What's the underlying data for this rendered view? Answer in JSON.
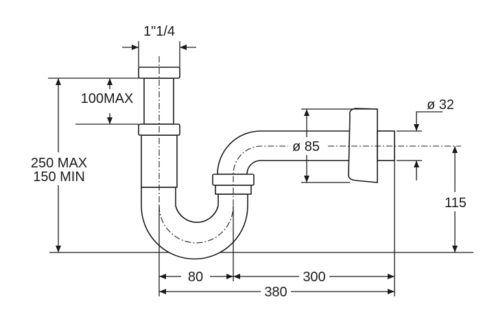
{
  "title": "P-trap siphon dimension drawing",
  "dimensions": {
    "pipe_size": "1\"1/4",
    "extension_max": "100MAX",
    "height_max": "250 MAX",
    "height_min": "150 MIN",
    "escutcheon_diameter": "ø 85",
    "outlet_diameter": "ø 32",
    "outlet_height": "115",
    "trap_width": "80",
    "outlet_length": "300",
    "total_length": "380"
  },
  "colors": {
    "line": "#1a1a1a",
    "background": "#ffffff"
  }
}
